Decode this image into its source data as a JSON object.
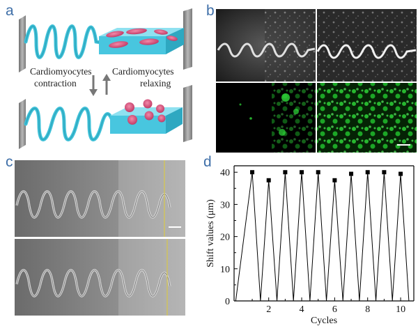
{
  "panels": {
    "a": {
      "letter": "a",
      "contraction_label": [
        "Cardiomyocytes",
        "contraction"
      ],
      "relaxing_label": [
        "Cardiomyocytes",
        "relaxing"
      ]
    },
    "b": {
      "letter": "b"
    },
    "c": {
      "letter": "c"
    },
    "d": {
      "letter": "d"
    }
  },
  "colors": {
    "spring": "#3fc1d8",
    "block": "#48c6df",
    "cells": "#e35b87",
    "wall": "#8a8a8a",
    "fluor": "#2fdc3a",
    "letters": "#3f6fa8"
  },
  "chart_data": {
    "type": "line",
    "xlabel": "Cycles",
    "ylabel": "Shift values (μm)",
    "xlim": [
      -0.1,
      10.8
    ],
    "ylim": [
      0,
      42
    ],
    "xticks": [
      2,
      4,
      6,
      8,
      10
    ],
    "yticks": [
      0,
      10,
      20,
      30,
      40
    ],
    "points_x": [
      0,
      1,
      1.5,
      2,
      2.5,
      3,
      3.5,
      4,
      4.5,
      5,
      5.5,
      6,
      6.5,
      7,
      7.5,
      8,
      8.5,
      9,
      9.5,
      10,
      10.5
    ],
    "points_y": [
      0,
      40,
      0,
      37.5,
      0,
      40,
      0,
      40,
      0,
      40,
      0,
      37.5,
      0,
      39.5,
      0,
      40,
      0,
      40,
      0,
      39.5,
      0
    ],
    "marker_x": [
      1,
      2,
      3,
      4,
      5,
      6,
      7,
      8,
      9,
      10
    ],
    "marker_y": [
      40,
      37.5,
      40,
      40,
      40,
      37.5,
      39.5,
      40,
      40,
      39.5
    ],
    "grid": false
  }
}
